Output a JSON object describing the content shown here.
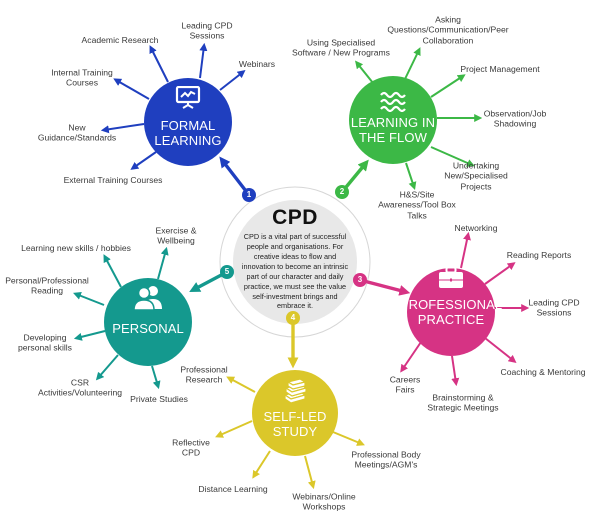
{
  "center": {
    "title": "CPD",
    "description": "CPD is a vital part of successful people and organisations. For creative ideas to flow and innovation to become an intrinsic part of our character and daily practice, we must see the value self-investment brings and embrace it."
  },
  "hubs": [
    {
      "number": "1",
      "title": "FORMAL\nLEARNING",
      "icon": "presentation-chart-icon",
      "color": "#1f3fbf",
      "items": [
        "Academic Research",
        "Leading CPD\nSessions",
        "Webinars",
        "Internal Training\nCourses",
        "New\nGuidance/Standards",
        "External Training Courses"
      ]
    },
    {
      "number": "2",
      "title": "LEARNING IN\nTHE FLOW",
      "icon": "waves-icon",
      "color": "#3cb846",
      "items": [
        "Using Specialised\nSoftware / New Programs",
        "Asking\nQuestions/Communication/Peer\nCollaboration",
        "Project Management",
        "Observation/Job\nShadowing",
        "Undertaking\nNew/Specialised\nProjects",
        "H&S/Site\nAwareness/Tool Box\nTalks"
      ]
    },
    {
      "number": "3",
      "title": "PROFESSIONAL\nPRACTICE",
      "icon": "briefcase-icon",
      "color": "#d63384",
      "items": [
        "Networking",
        "Reading Reports",
        "Leading CPD\nSessions",
        "Coaching & Mentoring",
        "Brainstorming &\nStrategic Meetings",
        "Careers\nFairs"
      ]
    },
    {
      "number": "4",
      "title": "SELF-LED\nSTUDY",
      "icon": "books-icon",
      "color": "#dbc72a",
      "items": [
        "Professional\nResearch",
        "Reflective\nCPD",
        "Distance Learning",
        "Webinars/Online\nWorkshops",
        "Professional Body\nMeetings/AGM's"
      ]
    },
    {
      "number": "5",
      "title": "PERSONAL",
      "icon": "people-icon",
      "color": "#14998e",
      "items": [
        "Exercise &\nWellbeing",
        "Learning new skills / hobbies",
        "Personal/Professional\nReading",
        "Developing\npersonal skills",
        "CSR\nActivities/Volunteering",
        "Private Studies"
      ]
    }
  ]
}
